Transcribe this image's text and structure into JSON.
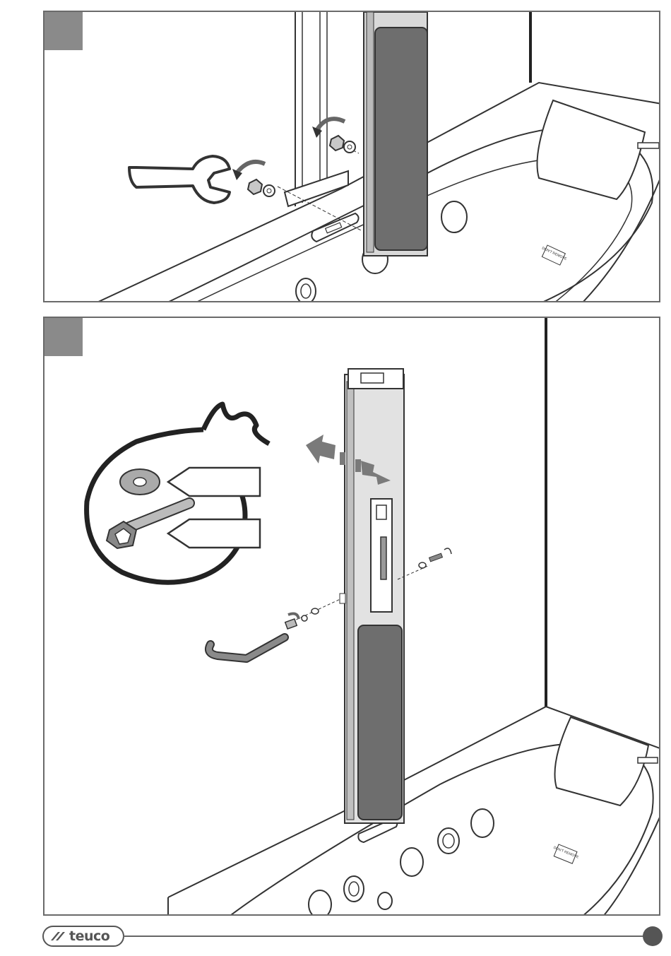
{
  "document": {
    "brand": {
      "name": "teuco"
    },
    "panels": [
      {
        "id": "step-1",
        "icons": [
          "wrench-icon",
          "nut-icon",
          "washer-icon",
          "rotate-arrow-icon"
        ]
      },
      {
        "id": "step-2",
        "icons": [
          "allen-key-icon",
          "screw-icon",
          "washer-icon",
          "slide-arrows-icon"
        ]
      }
    ],
    "labels": {
      "sticker_top": "DON'T REMOVE",
      "sticker_bottom": "DON'T REMOVE"
    },
    "colors": {
      "line": "#333333",
      "fill_dark": "#707070",
      "fill_mid": "#d4d4d4",
      "frame": "#6a6a6a"
    }
  }
}
